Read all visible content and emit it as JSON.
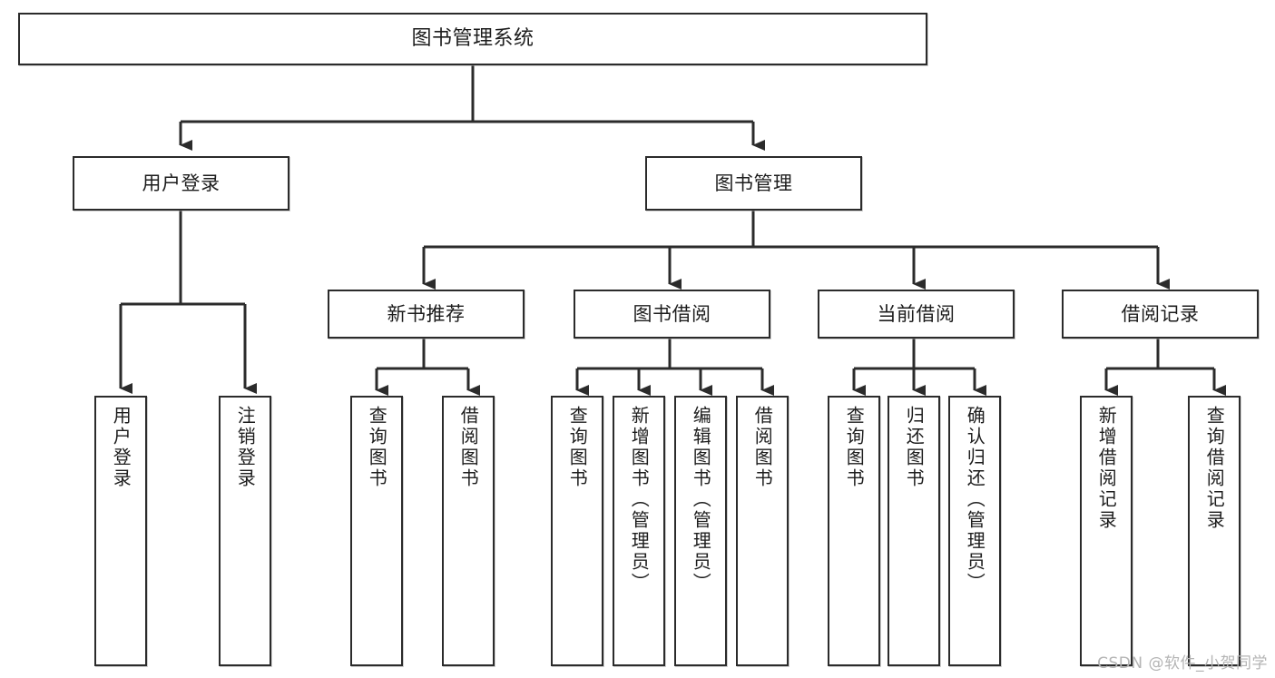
{
  "diagram": {
    "title": "图书管理系统",
    "type": "tree-hierarchy-chart",
    "watermark": "CSDN @软件_小贺同学",
    "colors": {
      "border": "#2b2b2b",
      "text": "#1d1d1d",
      "background": "#ffffff",
      "connector": "#2b2b2b",
      "watermark": "#b4b4b4"
    },
    "root": {
      "label": "图书管理系统"
    },
    "level2": [
      {
        "id": "user-login",
        "label": "用户登录"
      },
      {
        "id": "book-management",
        "label": "图书管理"
      }
    ],
    "level3": [
      {
        "id": "new-book-recommend",
        "label": "新书推荐",
        "parent": "book-management"
      },
      {
        "id": "book-borrow",
        "label": "图书借阅",
        "parent": "book-management"
      },
      {
        "id": "current-borrow",
        "label": "当前借阅",
        "parent": "book-management"
      },
      {
        "id": "borrow-record",
        "label": "借阅记录",
        "parent": "book-management"
      }
    ],
    "leaves": [
      {
        "id": "leaf-user-login",
        "label": "用户登录",
        "parent": "user-login"
      },
      {
        "id": "leaf-user-logout",
        "label": "注销登录",
        "parent": "user-login"
      },
      {
        "id": "leaf-query-book-1",
        "label": "查询图书",
        "parent": "new-book-recommend"
      },
      {
        "id": "leaf-borrow-book-1",
        "label": "借阅图书",
        "parent": "new-book-recommend"
      },
      {
        "id": "leaf-query-book-2",
        "label": "查询图书",
        "parent": "book-borrow"
      },
      {
        "id": "leaf-add-book",
        "label": "新增图书（管理员）",
        "parent": "book-borrow"
      },
      {
        "id": "leaf-edit-book",
        "label": "编辑图书（管理员）",
        "parent": "book-borrow"
      },
      {
        "id": "leaf-borrow-book-2",
        "label": "借阅图书",
        "parent": "book-borrow"
      },
      {
        "id": "leaf-query-book-3",
        "label": "查询图书",
        "parent": "current-borrow"
      },
      {
        "id": "leaf-return-book",
        "label": "归还图书",
        "parent": "current-borrow"
      },
      {
        "id": "leaf-confirm-return",
        "label": "确认归还（管理员）",
        "parent": "current-borrow"
      },
      {
        "id": "leaf-add-record",
        "label": "新增借阅记录",
        "parent": "borrow-record"
      },
      {
        "id": "leaf-query-record",
        "label": "查询借阅记录",
        "parent": "borrow-record"
      }
    ]
  }
}
